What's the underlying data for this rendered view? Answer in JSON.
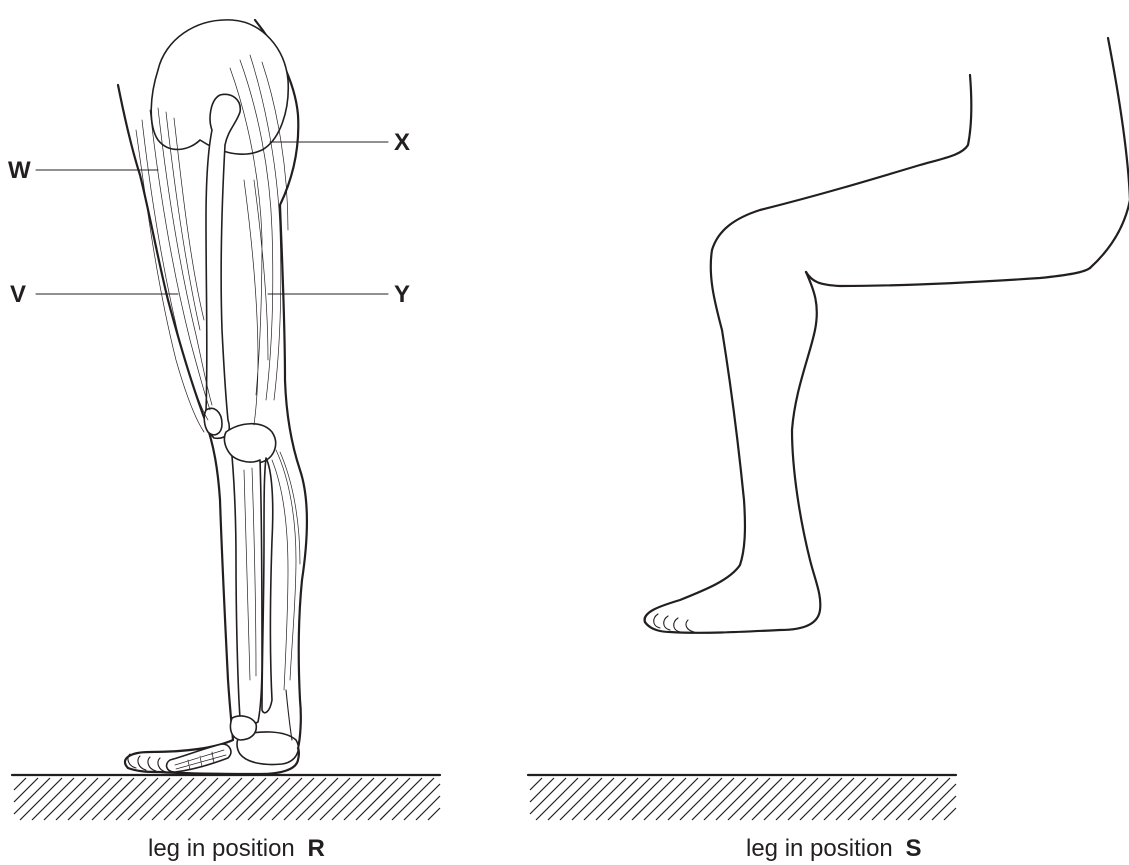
{
  "labels": {
    "w": "W",
    "v": "V",
    "x": "X",
    "y": "Y"
  },
  "captions": {
    "left_text": "leg in position",
    "left_letter": "R",
    "right_text": "leg in position",
    "right_letter": "S"
  },
  "colors": {
    "ink": "#231f20",
    "background": "#ffffff"
  }
}
